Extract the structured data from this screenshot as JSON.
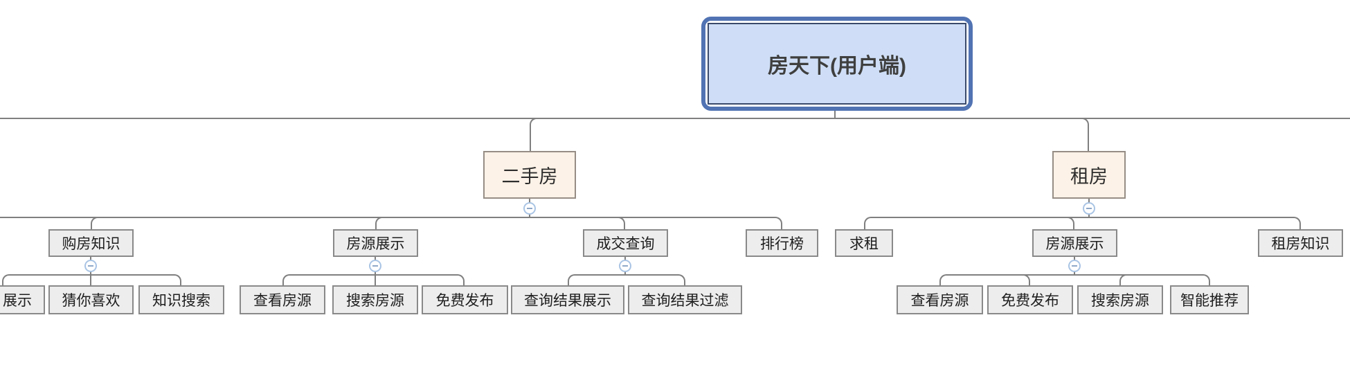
{
  "tree": {
    "id": "root",
    "label": "房天下(用户端)",
    "children": [
      {
        "id": "ershoufang",
        "label": "二手房",
        "children": [
          {
            "id": "goufangzhishi",
            "label": "购房知识",
            "children": [
              {
                "id": "zhanshi",
                "label": "展示"
              },
              {
                "id": "cainixihuan",
                "label": "猜你喜欢"
              },
              {
                "id": "zhishisousuo",
                "label": "知识搜索"
              }
            ]
          },
          {
            "id": "fangyuan_a",
            "label": "房源展示",
            "children": [
              {
                "id": "chakan_a",
                "label": "查看房源"
              },
              {
                "id": "sousuo_a",
                "label": "搜索房源"
              },
              {
                "id": "mianfei_a",
                "label": "免费发布"
              }
            ]
          },
          {
            "id": "chengjiao",
            "label": "成交查询",
            "children": [
              {
                "id": "jieguo_zhanshi",
                "label": "查询结果展示"
              },
              {
                "id": "jieguo_guolv",
                "label": "查询结果过滤"
              }
            ]
          },
          {
            "id": "paihangbang",
            "label": "排行榜"
          }
        ]
      },
      {
        "id": "zufang",
        "label": "租房",
        "children": [
          {
            "id": "qiuzu",
            "label": "求租"
          },
          {
            "id": "fangyuan_b",
            "label": "房源展示",
            "children": [
              {
                "id": "chakan_b",
                "label": "查看房源"
              },
              {
                "id": "mianfei_b",
                "label": "免费发布"
              },
              {
                "id": "sousuo_b",
                "label": "搜索房源"
              },
              {
                "id": "zhineng",
                "label": "智能推荐"
              }
            ]
          },
          {
            "id": "zufangzhishi",
            "label": "租房知识"
          }
        ]
      }
    ]
  },
  "collapse_icon": {
    "symbol": "−",
    "count": 6
  },
  "colors": {
    "background": "#ffffff",
    "connector": "#7f7f7f",
    "root_border": "#5173b3",
    "root_inner_border": "#3a4a6b",
    "root_fill": "#cfdef6",
    "root_text": "#3f3f3f",
    "branch_fill": "#fdf2e7",
    "branch_border": "#968d85",
    "node_fill": "#ededed",
    "node_border": "#898989",
    "node_text": "#1e1e1e",
    "collapse_icon_border": "#a9c4e4",
    "collapse_icon_minus": "#8fa8c8"
  }
}
